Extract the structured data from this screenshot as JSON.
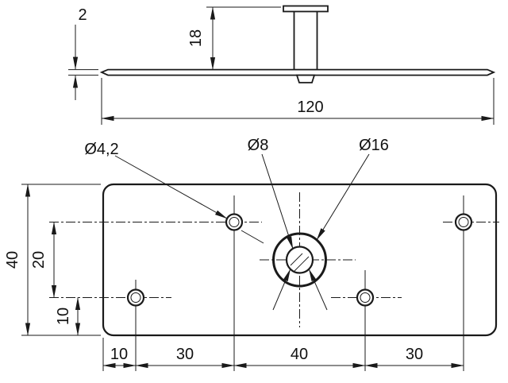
{
  "side_view": {
    "thickness": "2",
    "pin_height": "18",
    "plate_width": "120"
  },
  "plan_view": {
    "small_hole_dia": "Ø4,2",
    "center_hole_inner_dia": "Ø8",
    "center_hole_outer_dia": "Ø16",
    "plate_height": "40",
    "hole_row_spacing": "20",
    "bottom_row_offset": "10",
    "bottom_chain": [
      "10",
      "30",
      "40",
      "30"
    ]
  },
  "colors": {
    "line": "#1a1a1a",
    "background": "#ffffff"
  }
}
